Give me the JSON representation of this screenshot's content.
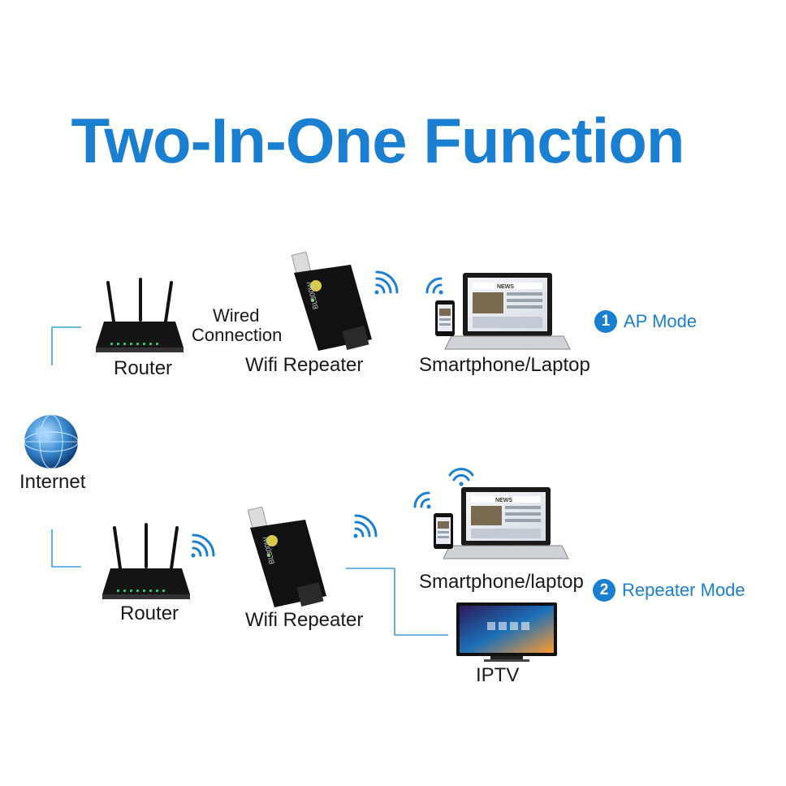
{
  "title": "Two-In-One Function",
  "internet": {
    "label": "Internet",
    "icon": "globe-icon"
  },
  "ap_mode": {
    "badge": "1",
    "mode_label": "AP Mode",
    "router_label": "Router",
    "wired_label_line1": "Wired",
    "wired_label_line2": "Connection",
    "repeater_label": "Wifi Repeater",
    "client_label": "Smartphone/Laptop"
  },
  "repeater_mode": {
    "badge": "2",
    "mode_label": "Repeater Mode",
    "router_label": "Router",
    "repeater_label": "Wifi Repeater",
    "client_label": "Smartphone/laptop",
    "iptv_label": "IPTV"
  },
  "device_text": {
    "repeater_brand": "BL300W",
    "screen_text": "NEWS"
  },
  "colors": {
    "accent": "#1a7fd0",
    "line": "#3b9fd8",
    "device": "#111111"
  }
}
